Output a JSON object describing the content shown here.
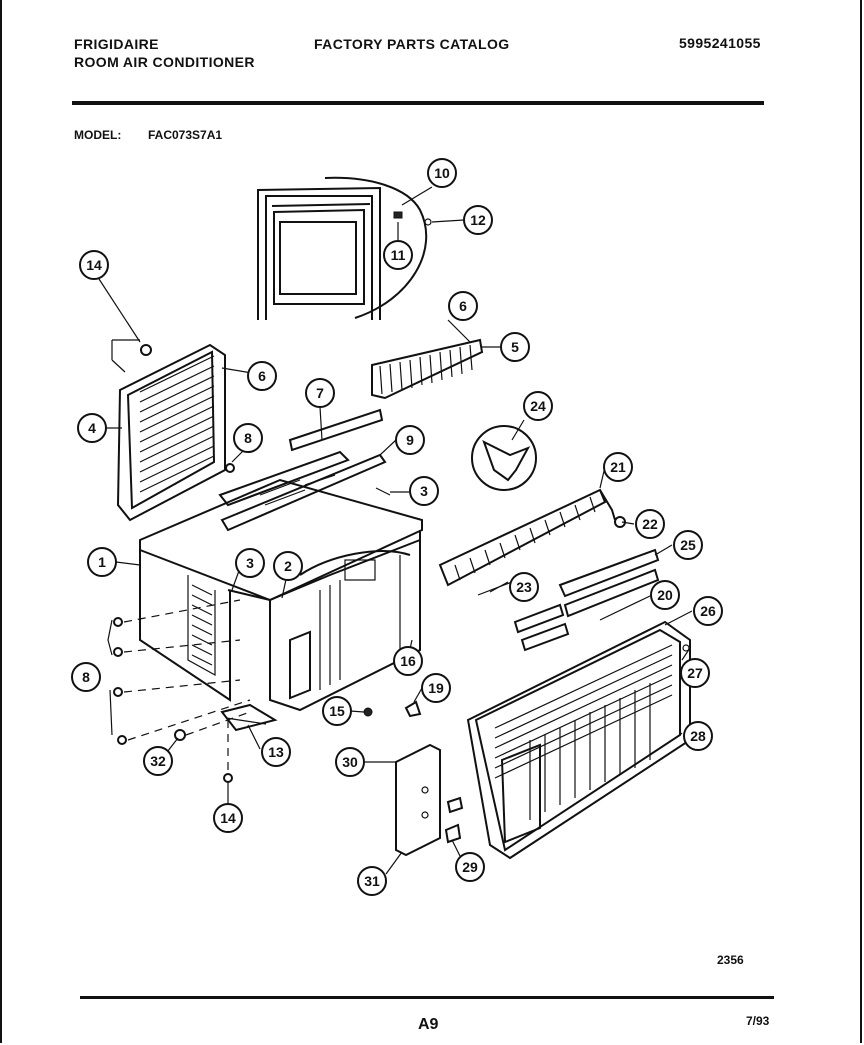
{
  "header": {
    "brand": "FRIGIDAIRE",
    "product": "ROOM AIR CONDITIONER",
    "catalog": "FACTORY PARTS CATALOG",
    "part_number": "5995241055"
  },
  "model": {
    "label": "MODEL:",
    "value": "FAC073S7A1"
  },
  "footer": {
    "figure_number": "2356",
    "page": "A9",
    "date": "7/93"
  },
  "callouts": [
    "1",
    "2",
    "3",
    "3",
    "4",
    "5",
    "6",
    "6",
    "7",
    "8",
    "8",
    "9",
    "10",
    "11",
    "12",
    "13",
    "14",
    "14",
    "15",
    "16",
    "19",
    "20",
    "21",
    "22",
    "23",
    "24",
    "25",
    "26",
    "27",
    "28",
    "29",
    "30",
    "31",
    "32"
  ]
}
